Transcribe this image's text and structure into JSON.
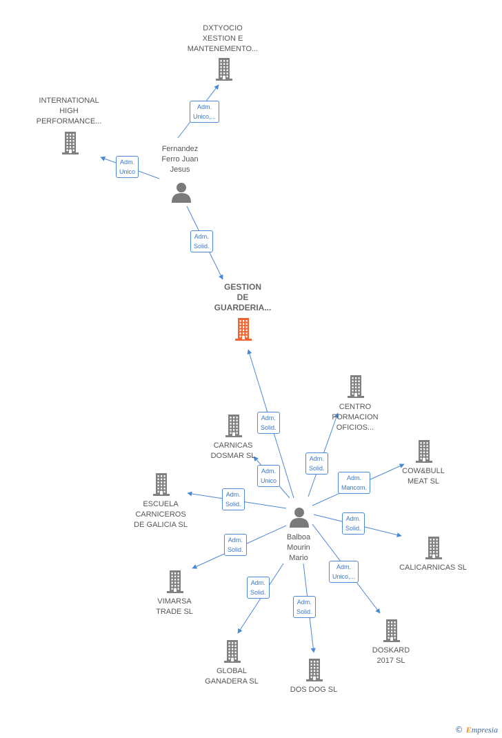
{
  "colors": {
    "edge": "#4a87d6",
    "company": "#808080",
    "focus": "#f26430",
    "person": "#7a7a7a"
  },
  "nodes": [
    {
      "id": "dxtyocio",
      "type": "company",
      "lines": [
        "DXTYOCIO",
        "XESTION E",
        "MANTENEMENTO..."
      ]
    },
    {
      "id": "international",
      "type": "company",
      "lines": [
        "INTERNATIONAL",
        "HIGH",
        "PERFORMANCE..."
      ]
    },
    {
      "id": "fernandez",
      "type": "person",
      "lines": [
        "Fernandez",
        "Ferro Juan",
        "Jesus"
      ]
    },
    {
      "id": "gestion",
      "type": "focus",
      "lines": [
        "GESTION",
        "DE",
        "GUARDERIA..."
      ]
    },
    {
      "id": "centro",
      "type": "company",
      "lines": [
        "CENTRO",
        "FORMACION",
        "OFICIOS..."
      ]
    },
    {
      "id": "carnicas",
      "type": "company",
      "lines": [
        "CARNICAS",
        "DOSMAR SL"
      ]
    },
    {
      "id": "cowbull",
      "type": "company",
      "lines": [
        "COW&BULL",
        "MEAT  SL"
      ]
    },
    {
      "id": "escuela",
      "type": "company",
      "lines": [
        "ESCUELA",
        "CARNICEROS",
        "DE GALICIA  SL"
      ]
    },
    {
      "id": "balboa",
      "type": "person",
      "lines": [
        "Balboa",
        "Mourin",
        "Mario"
      ]
    },
    {
      "id": "calicarnicas",
      "type": "company",
      "lines": [
        "CALICARNICAS SL"
      ]
    },
    {
      "id": "vimarsa",
      "type": "company",
      "lines": [
        "VIMARSA",
        "TRADE SL"
      ]
    },
    {
      "id": "doskard",
      "type": "company",
      "lines": [
        "DOSKARD",
        "2017  SL"
      ]
    },
    {
      "id": "global",
      "type": "company",
      "lines": [
        "GLOBAL",
        "GANADERA  SL"
      ]
    },
    {
      "id": "dosdog",
      "type": "company",
      "lines": [
        "DOS DOG  SL"
      ]
    }
  ],
  "edges": [
    {
      "from": "fernandez",
      "to": "dxtyocio",
      "label": [
        "Adm.",
        "Unico,..."
      ]
    },
    {
      "from": "fernandez",
      "to": "international",
      "label": [
        "Adm.",
        "Unico"
      ]
    },
    {
      "from": "fernandez",
      "to": "gestion",
      "label": [
        "Adm.",
        "Solid."
      ]
    },
    {
      "from": "balboa",
      "to": "gestion",
      "label": [
        "Adm.",
        "Solid."
      ]
    },
    {
      "from": "balboa",
      "to": "centro",
      "label": [
        "Adm.",
        "Solid."
      ]
    },
    {
      "from": "balboa",
      "to": "carnicas",
      "label": [
        "Adm.",
        "Unico"
      ]
    },
    {
      "from": "balboa",
      "to": "cowbull",
      "label": [
        "Adm.",
        "Mancom."
      ]
    },
    {
      "from": "balboa",
      "to": "escuela",
      "label": [
        "Adm.",
        "Solid."
      ]
    },
    {
      "from": "balboa",
      "to": "calicarnicas",
      "label": [
        "Adm.",
        "Solid."
      ]
    },
    {
      "from": "balboa",
      "to": "vimarsa",
      "label": [
        "Adm.",
        "Solid."
      ]
    },
    {
      "from": "balboa",
      "to": "doskard",
      "label": [
        "Adm.",
        "Unico,..."
      ]
    },
    {
      "from": "balboa",
      "to": "global",
      "label": [
        "Adm.",
        "Solid."
      ]
    },
    {
      "from": "balboa",
      "to": "dosdog",
      "label": [
        "Adm.",
        "Solid."
      ]
    }
  ],
  "footer": {
    "symbol": "©",
    "brand_initial": "E",
    "brand_rest": "mpresia"
  }
}
